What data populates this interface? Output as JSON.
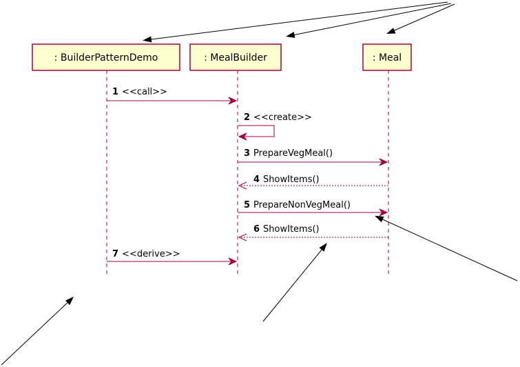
{
  "diagram": {
    "type": "sequence",
    "participants": [
      {
        "id": "demo",
        "label": ": BuilderPatternDemo"
      },
      {
        "id": "builder",
        "label": ": MealBuilder"
      },
      {
        "id": "meal",
        "label": ": Meal"
      }
    ],
    "messages": [
      {
        "num": "1",
        "text": "<<call>>",
        "from": "demo",
        "to": "builder",
        "style": "solid"
      },
      {
        "num": "2",
        "text": "<<create>>",
        "from": "builder",
        "to": "builder",
        "style": "self"
      },
      {
        "num": "3",
        "text": "PrepareVegMeal()",
        "from": "builder",
        "to": "meal",
        "style": "solid"
      },
      {
        "num": "4",
        "text": "ShowItems()",
        "from": "meal",
        "to": "builder",
        "style": "dashed"
      },
      {
        "num": "5",
        "text": "PrepareNonVegMeal()",
        "from": "builder",
        "to": "meal",
        "style": "solid"
      },
      {
        "num": "6",
        "text": "ShowItems()",
        "from": "meal",
        "to": "builder",
        "style": "dashed"
      },
      {
        "num": "7",
        "text": "<<derive>>",
        "from": "demo",
        "to": "builder",
        "style": "solid"
      }
    ],
    "colors": {
      "participant_fill": "#FEFECE",
      "accent": "#A80036",
      "annotation": "#000000"
    }
  }
}
